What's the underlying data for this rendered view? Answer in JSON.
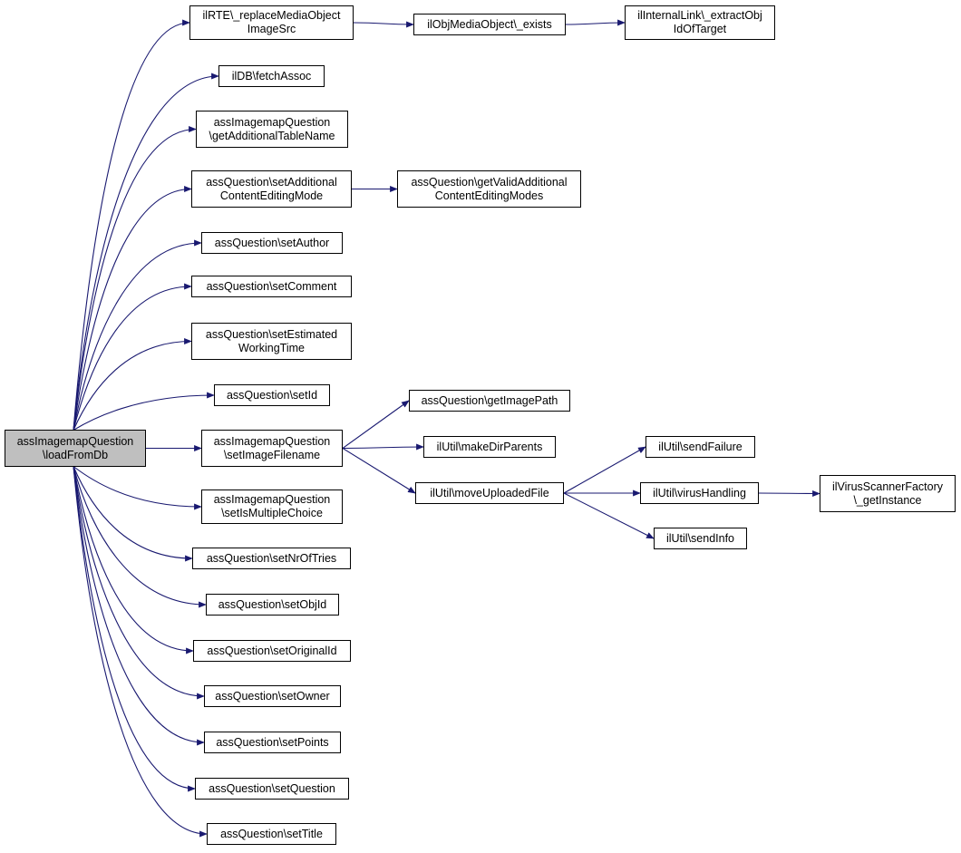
{
  "diagram": {
    "type": "call-graph",
    "edge_color": "#191970",
    "root_fill": "#bfbfbf",
    "nodes": {
      "root": "assImagemapQuestion\n\\loadFromDb",
      "n_rte": "ilRTE\\_replaceMediaObject\nImageSrc",
      "n_mob": "ilObjMediaObject\\_exists",
      "n_link": "ilInternalLink\\_extractObj\nIdOfTarget",
      "n_db": "ilDB\\fetchAssoc",
      "n_addtab": "assImagemapQuestion\n\\getAdditionalTableName",
      "n_setace": "assQuestion\\setAdditional\nContentEditingMode",
      "n_getvalid": "assQuestion\\getValidAdditional\nContentEditingModes",
      "n_author": "assQuestion\\setAuthor",
      "n_comment": "assQuestion\\setComment",
      "n_est": "assQuestion\\setEstimated\nWorkingTime",
      "n_id": "assQuestion\\setId",
      "n_imgfile": "assImagemapQuestion\n\\setImageFilename",
      "n_imgpath": "assQuestion\\getImagePath",
      "n_mkdir": "ilUtil\\makeDirParents",
      "n_move": "ilUtil\\moveUploadedFile",
      "n_fail": "ilUtil\\sendFailure",
      "n_virus": "ilUtil\\virusHandling",
      "n_scanner": "ilVirusScannerFactory\n\\_getInstance",
      "n_info": "ilUtil\\sendInfo",
      "n_multi": "assImagemapQuestion\n\\setIsMultipleChoice",
      "n_tries": "assQuestion\\setNrOfTries",
      "n_objid": "assQuestion\\setObjId",
      "n_orig": "assQuestion\\setOriginalId",
      "n_owner": "assQuestion\\setOwner",
      "n_points": "assQuestion\\setPoints",
      "n_question": "assQuestion\\setQuestion",
      "n_title": "assQuestion\\setTitle"
    },
    "edges": [
      [
        "root",
        "n_rte"
      ],
      [
        "root",
        "n_db"
      ],
      [
        "root",
        "n_addtab"
      ],
      [
        "root",
        "n_setace"
      ],
      [
        "root",
        "n_author"
      ],
      [
        "root",
        "n_comment"
      ],
      [
        "root",
        "n_est"
      ],
      [
        "root",
        "n_id"
      ],
      [
        "root",
        "n_imgfile"
      ],
      [
        "root",
        "n_multi"
      ],
      [
        "root",
        "n_tries"
      ],
      [
        "root",
        "n_objid"
      ],
      [
        "root",
        "n_orig"
      ],
      [
        "root",
        "n_owner"
      ],
      [
        "root",
        "n_points"
      ],
      [
        "root",
        "n_question"
      ],
      [
        "root",
        "n_title"
      ],
      [
        "n_rte",
        "n_mob"
      ],
      [
        "n_mob",
        "n_link"
      ],
      [
        "n_setace",
        "n_getvalid"
      ],
      [
        "n_imgfile",
        "n_imgpath"
      ],
      [
        "n_imgfile",
        "n_mkdir"
      ],
      [
        "n_imgfile",
        "n_move"
      ],
      [
        "n_move",
        "n_fail"
      ],
      [
        "n_move",
        "n_virus"
      ],
      [
        "n_move",
        "n_info"
      ],
      [
        "n_virus",
        "n_scanner"
      ]
    ]
  }
}
